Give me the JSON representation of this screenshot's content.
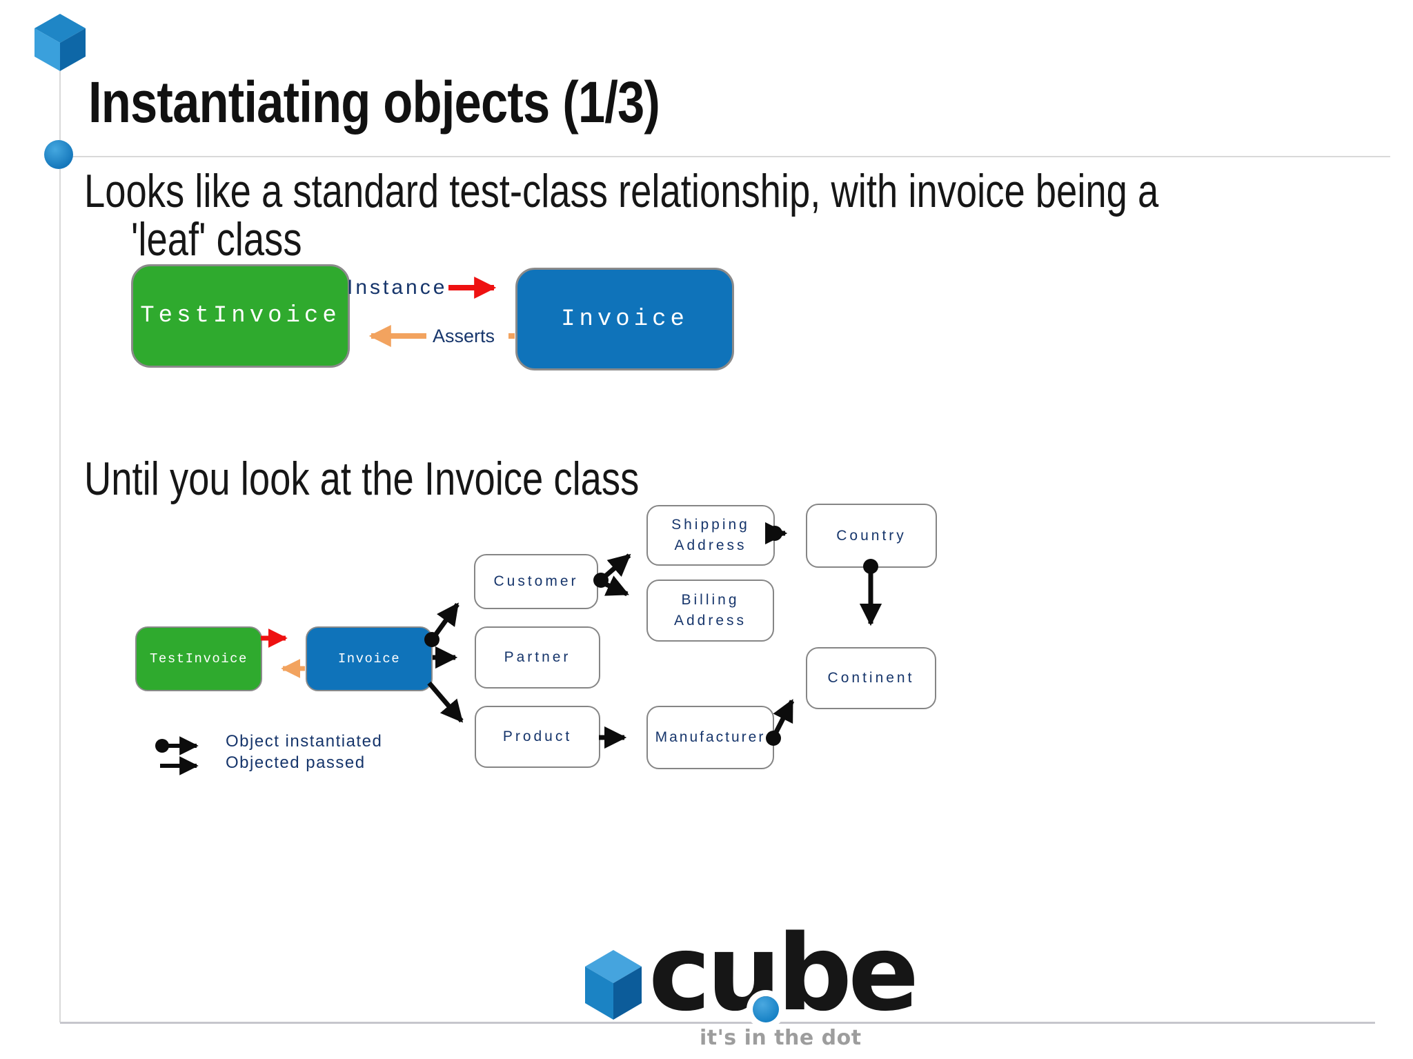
{
  "slide": {
    "title": "Instantiating objects (1/3)",
    "body_line1": "Looks like a standard test-class relationship, with invoice being a",
    "body_line2": "'leaf' class",
    "section_heading": "Until you look at the Invoice class"
  },
  "diagram1": {
    "test_class": "TestInvoice",
    "leaf_class": "Invoice",
    "instance_label": "Instance",
    "asserts_label": "Asserts"
  },
  "diagram2": {
    "test_class": "TestInvoice",
    "invoice": "Invoice",
    "customer": "Customer",
    "partner": "Partner",
    "product": "Product",
    "shipping_address": "Shipping Address",
    "billing_address": "Billing Address",
    "manufacturer": "Manufacturer",
    "country": "Country",
    "continent": "Continent",
    "legend_instantiated": "Object instantiated",
    "legend_passed": "Objected passed"
  },
  "footer": {
    "logo_text": "cube",
    "tagline": "it's in the dot"
  },
  "colors": {
    "test_green": "#2faa2e",
    "invoice_blue": "#0f73ba",
    "instance_red": "#ee1111",
    "asserts_orange": "#f2a35f",
    "label_navy": "#16356b",
    "arrow_black": "#0c0c0c",
    "cube_top_blue": "#1f86c6",
    "cube_left_blue": "#3aa0dc",
    "cube_right_blue": "#0e67a7"
  }
}
